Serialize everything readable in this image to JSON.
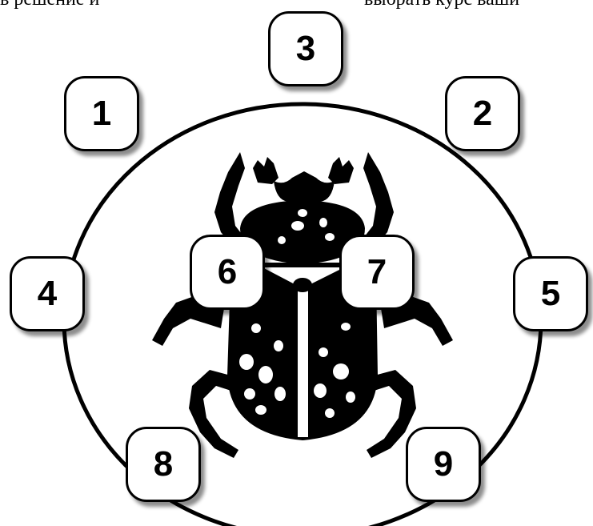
{
  "header": {
    "left_text": "в решение и",
    "right_text": "выбрать курс ваши"
  },
  "tiles": [
    {
      "label": "1"
    },
    {
      "label": "2"
    },
    {
      "label": "3"
    },
    {
      "label": "4"
    },
    {
      "label": "5"
    },
    {
      "label": "6"
    },
    {
      "label": "7"
    },
    {
      "label": "8"
    },
    {
      "label": "9"
    }
  ]
}
